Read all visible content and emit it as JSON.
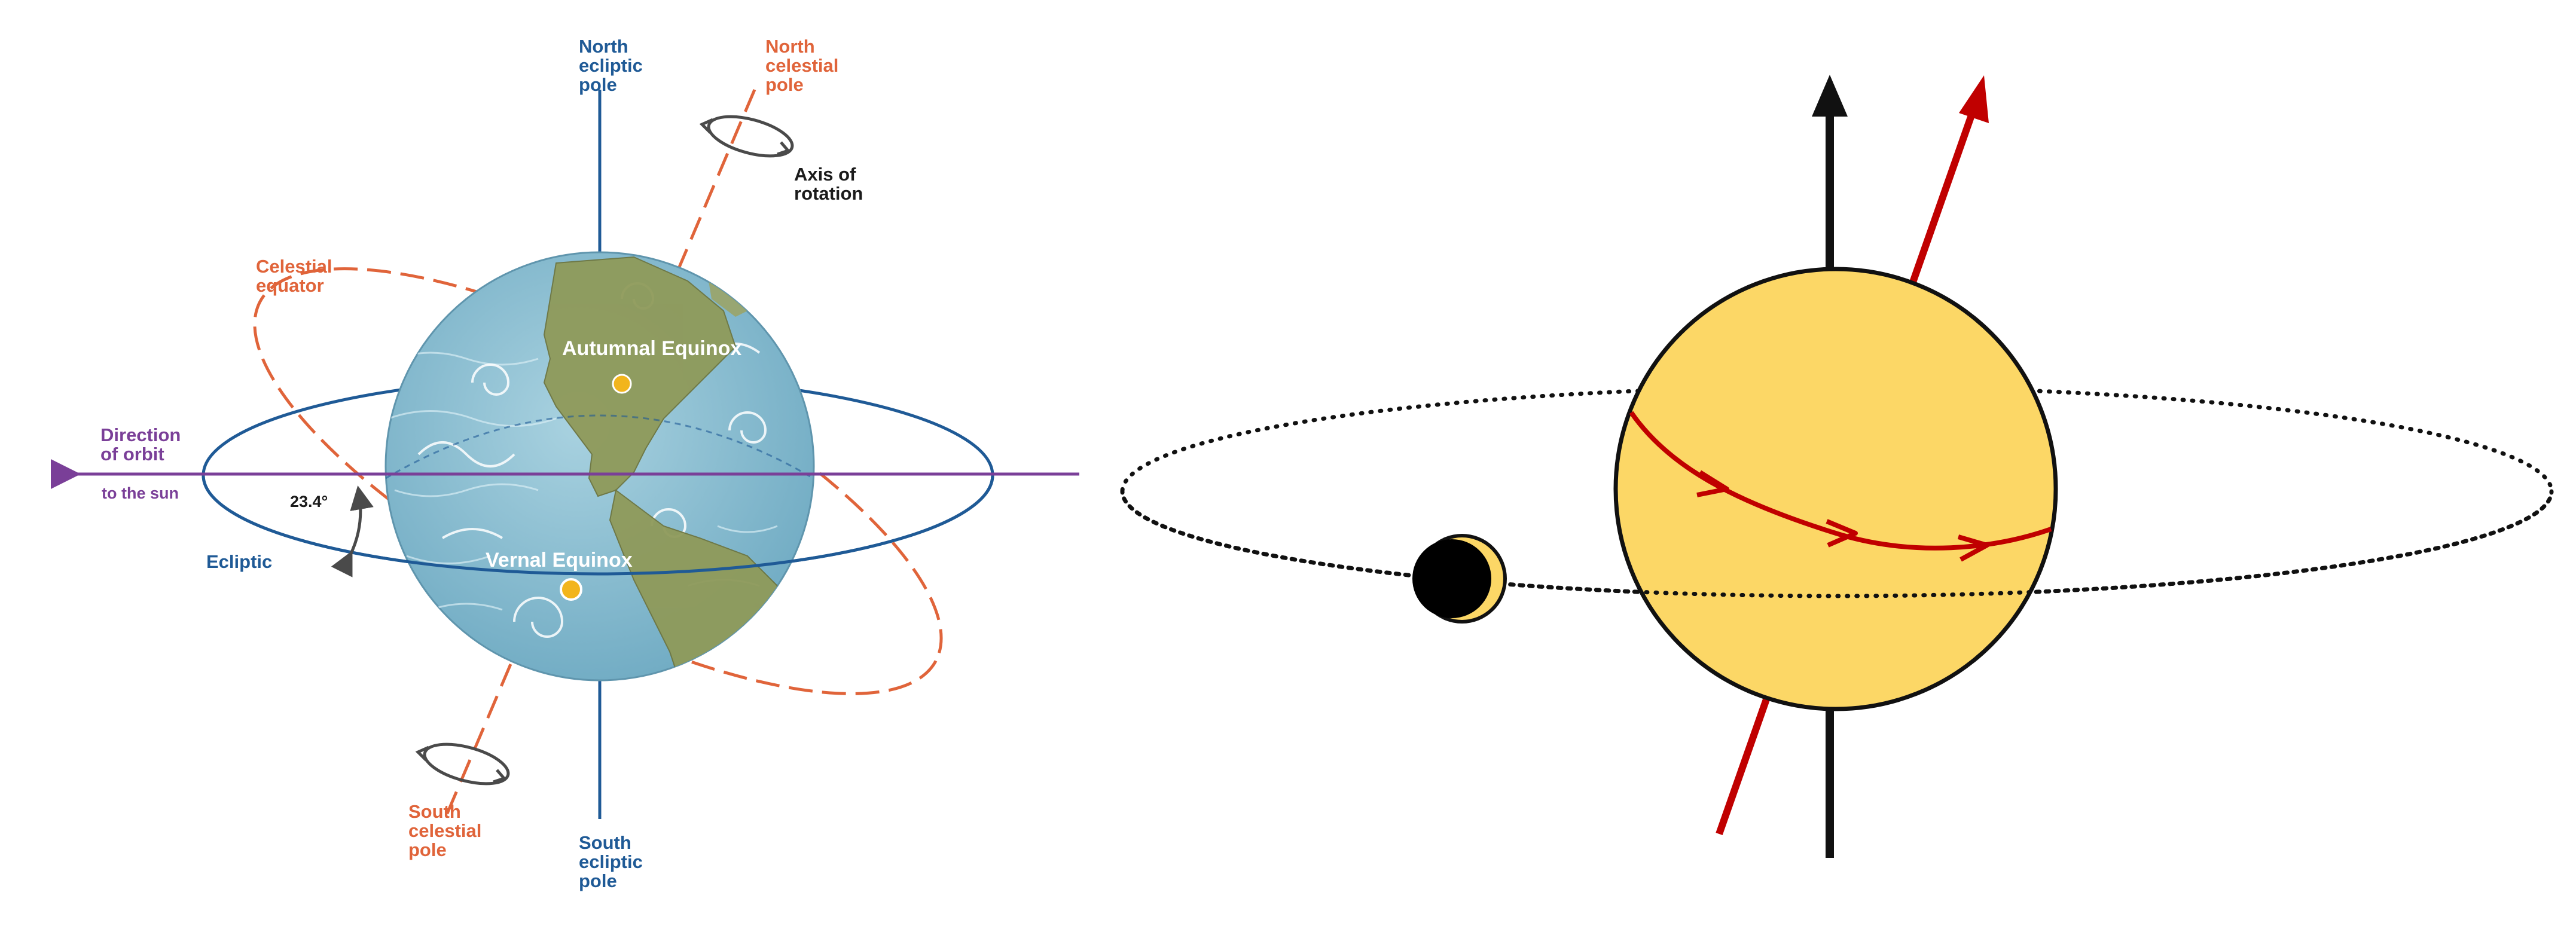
{
  "left_diagram": {
    "north_ecliptic_pole": [
      "North",
      "ecliptic",
      "pole"
    ],
    "north_celestial_pole": [
      "North",
      "celestial",
      "pole"
    ],
    "axis_of_rotation": [
      "Axis of",
      "rotation"
    ],
    "celestial_equator": [
      "Celestial",
      "equator"
    ],
    "direction_of_orbit": [
      "Direction",
      "of orbit"
    ],
    "to_the_sun": "to the sun",
    "tilt_angle": "23.4°",
    "ecliptic": "Ecliptic",
    "autumnal_equinox": "Autumnal Equinox",
    "vernal_equinox": "Vernal Equinox",
    "south_celestial_pole": [
      "South",
      "celestial",
      "pole"
    ],
    "south_ecliptic_pole": [
      "South",
      "ecliptic",
      "pole"
    ]
  },
  "colors": {
    "ecliptic_blue": "#1f5a96",
    "celestial_orange": "#e0643a",
    "orbit_purple": "#7a3f98",
    "ocean": "#7fb6cc",
    "land": "#8f9a5a",
    "equinox_marker": "#f2b51c",
    "sun_yellow": "#fcd766",
    "spin_red": "#c00000"
  },
  "icons": {
    "globe": "earth-globe-icon",
    "rotation_arrows": "circular-rotation-arrow-icon",
    "moon": "crescent-moon-icon",
    "sun": "sun-sphere-icon"
  }
}
